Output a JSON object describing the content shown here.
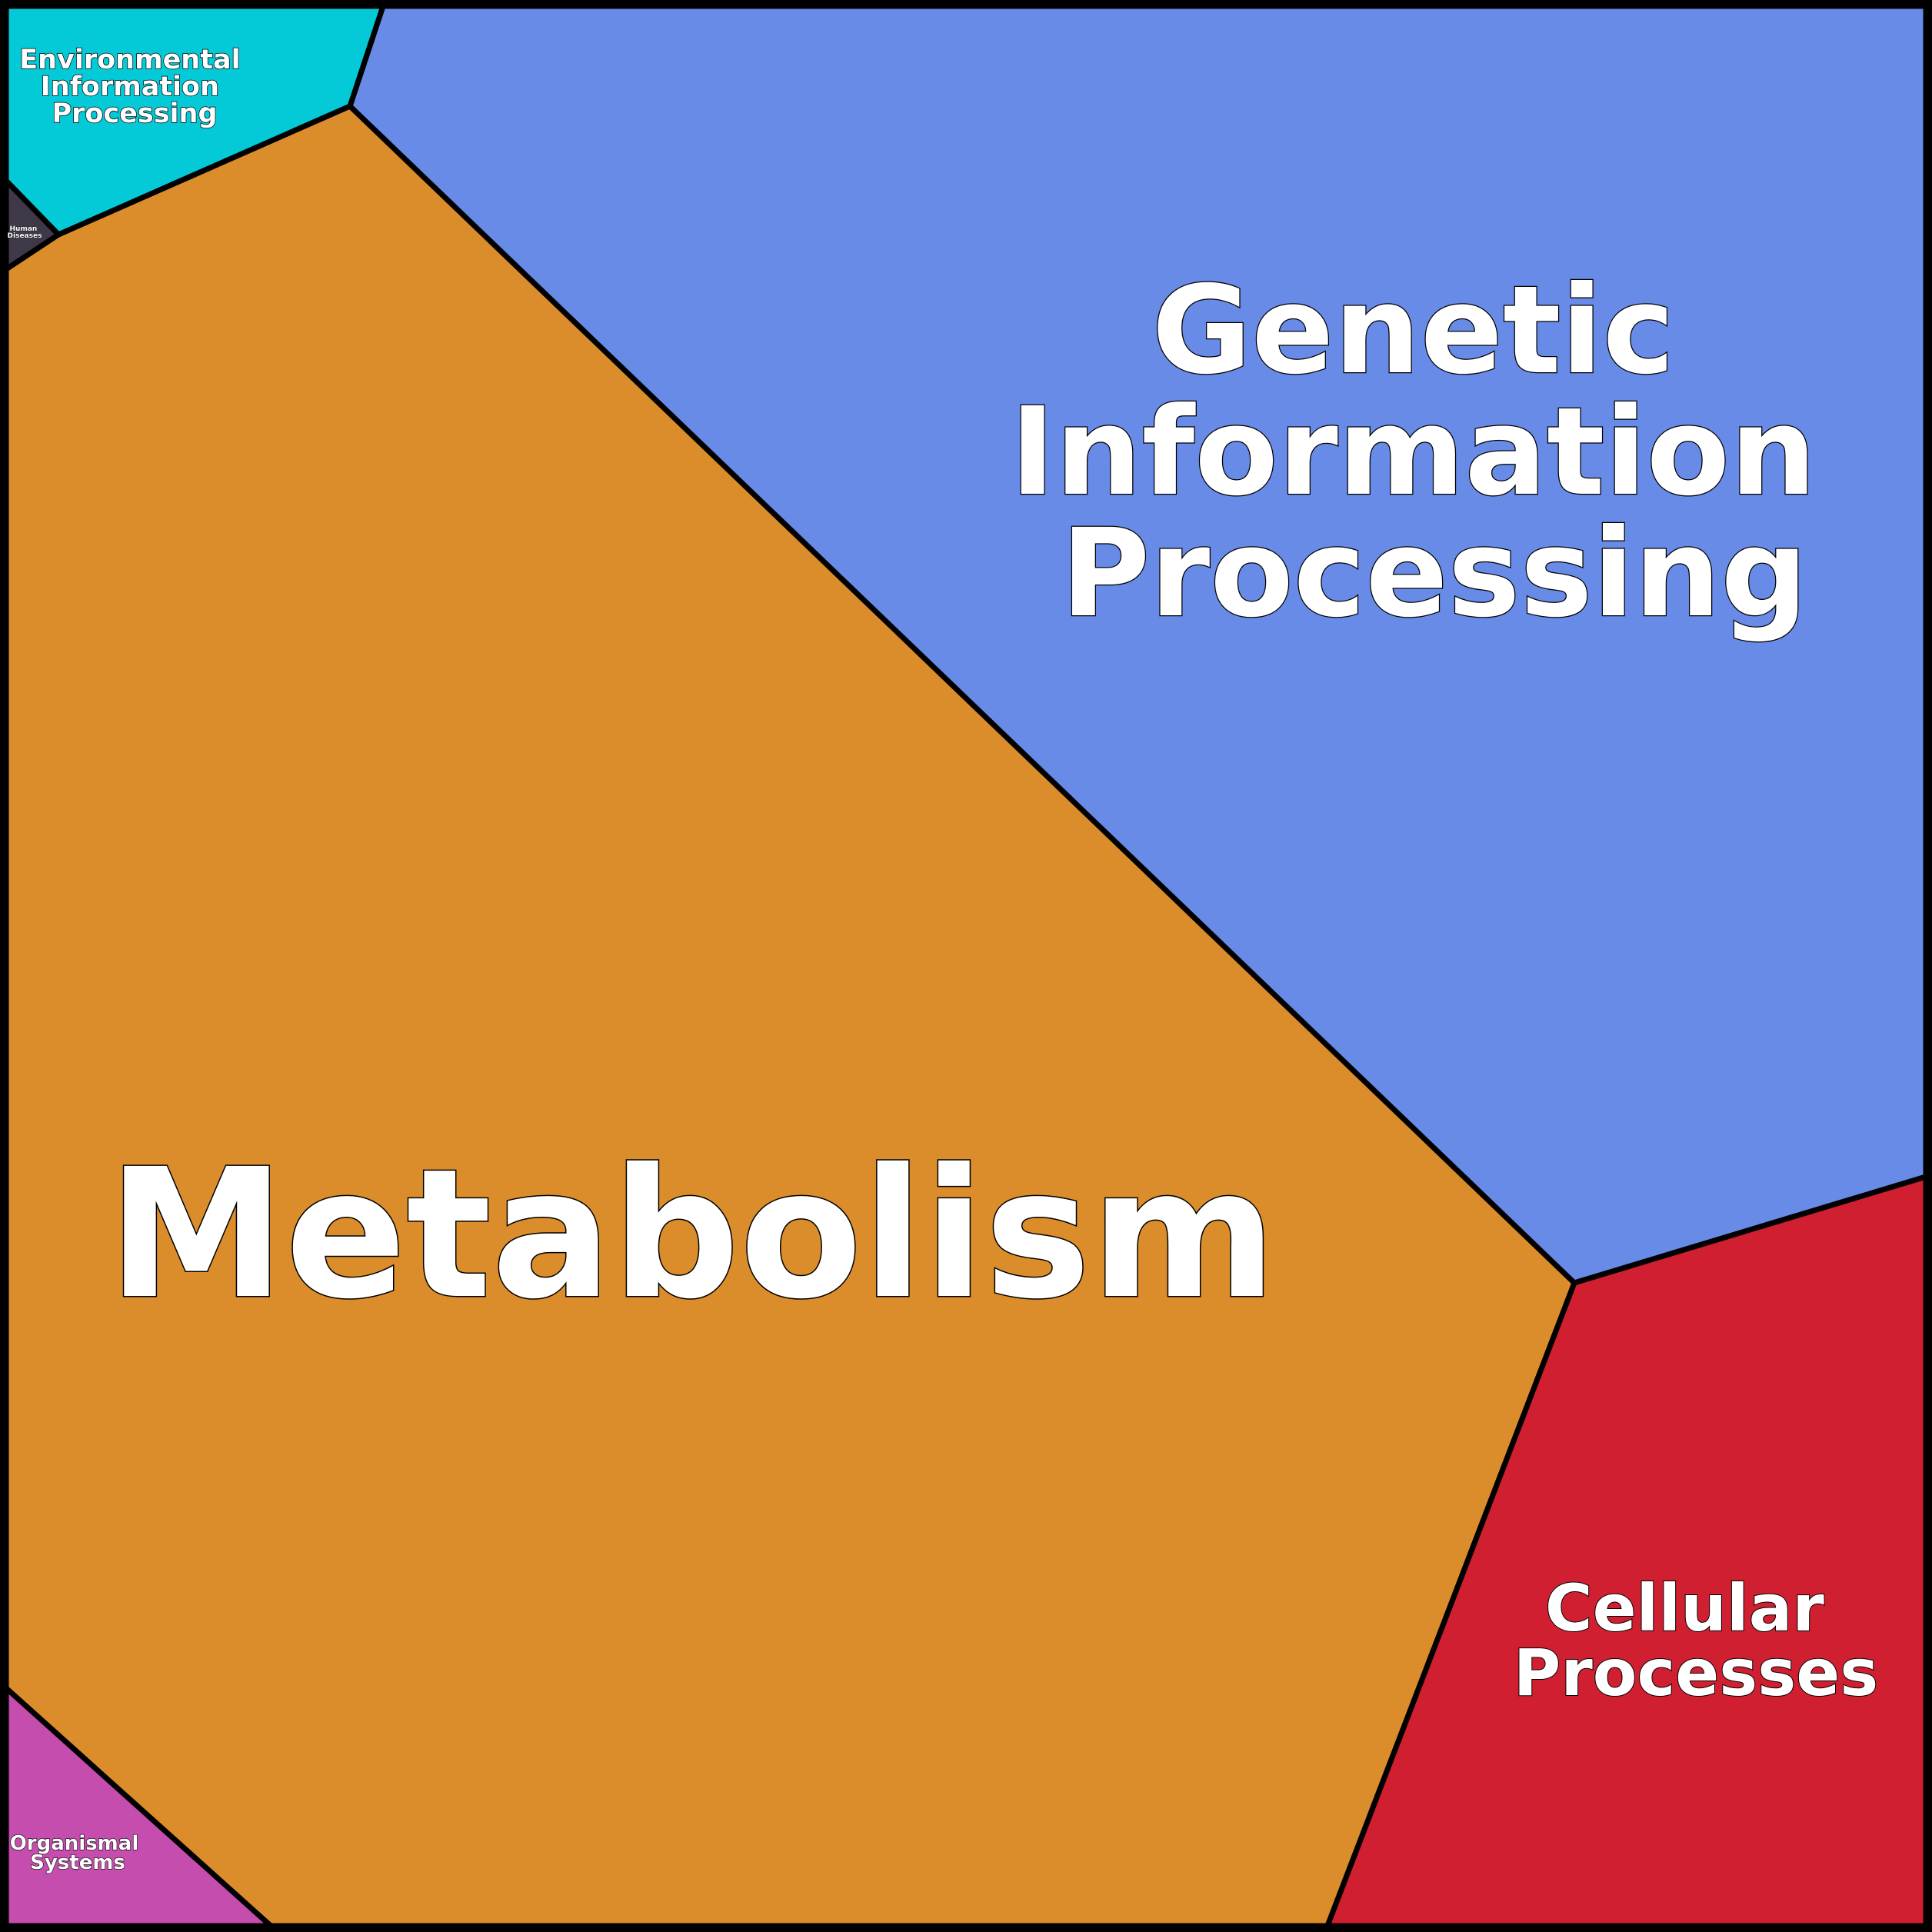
{
  "diagram": {
    "type": "voronoi-treemap",
    "regions": [
      {
        "id": "metabolism",
        "color": "#DA8D2A",
        "label_lines": [
          "Metabolism"
        ]
      },
      {
        "id": "genetic",
        "color": "#688BE7",
        "label_lines": [
          "Genetic",
          "Information",
          "Processing"
        ]
      },
      {
        "id": "cellular",
        "color": "#D01F30",
        "label_lines": [
          "Cellular",
          "Processes"
        ]
      },
      {
        "id": "environmental",
        "color": "#04CAD8",
        "label_lines": [
          "Environmental",
          "Information",
          "Processing"
        ]
      },
      {
        "id": "organismal",
        "color": "#C44DAE",
        "label_lines": [
          "Organismal",
          "Systems"
        ]
      },
      {
        "id": "human",
        "color": "#3E3848",
        "label_lines": [
          "Human",
          "Diseases"
        ]
      }
    ]
  }
}
